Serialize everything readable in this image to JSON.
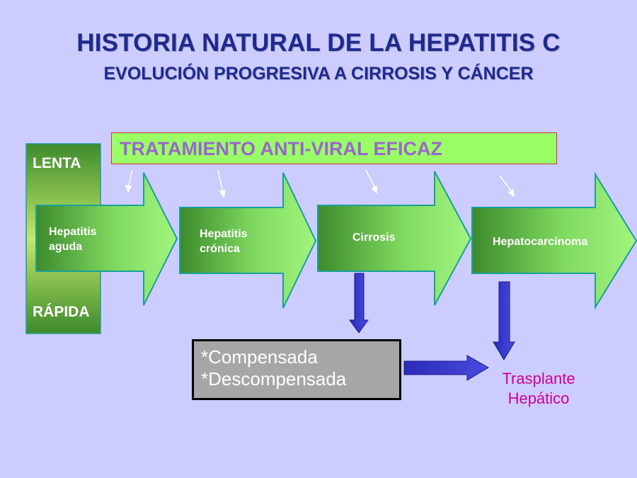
{
  "title": "HISTORIA NATURAL DE LA HEPATITIS C",
  "subtitle": "EVOLUCIÓN PROGRESIVA A CIRROSIS Y CÁNCER",
  "treatment": {
    "label": "TRATAMIENTO ANTI-VIRAL EFICAZ"
  },
  "speed_bar": {
    "top_label": "LENTA",
    "bottom_label": "RÁPIDA"
  },
  "stages": [
    {
      "label": "Hepatitis\naguda"
    },
    {
      "label": "Hepatitis\ncrónica"
    },
    {
      "label": "Cirrosis"
    },
    {
      "label": "Hepatocarcinoma"
    }
  ],
  "cirrhosis_states": {
    "line1": "*Compensada",
    "line2": "*Descompensada"
  },
  "outcome": {
    "line1": "Trasplante",
    "line2": "Hepático"
  },
  "colors": {
    "background": "#CCCCFF",
    "title": "#1F2A8C",
    "arrow_light": "#A2F57E",
    "arrow_dark": "#3D8A2C",
    "arrow_border": "#19A19A",
    "treatment_box": "#99FF66",
    "treatment_text": "#9966CC",
    "blue_arrow": "#3333CC",
    "outcome_text": "#CC0099",
    "states_box": "#A6A6A6"
  }
}
